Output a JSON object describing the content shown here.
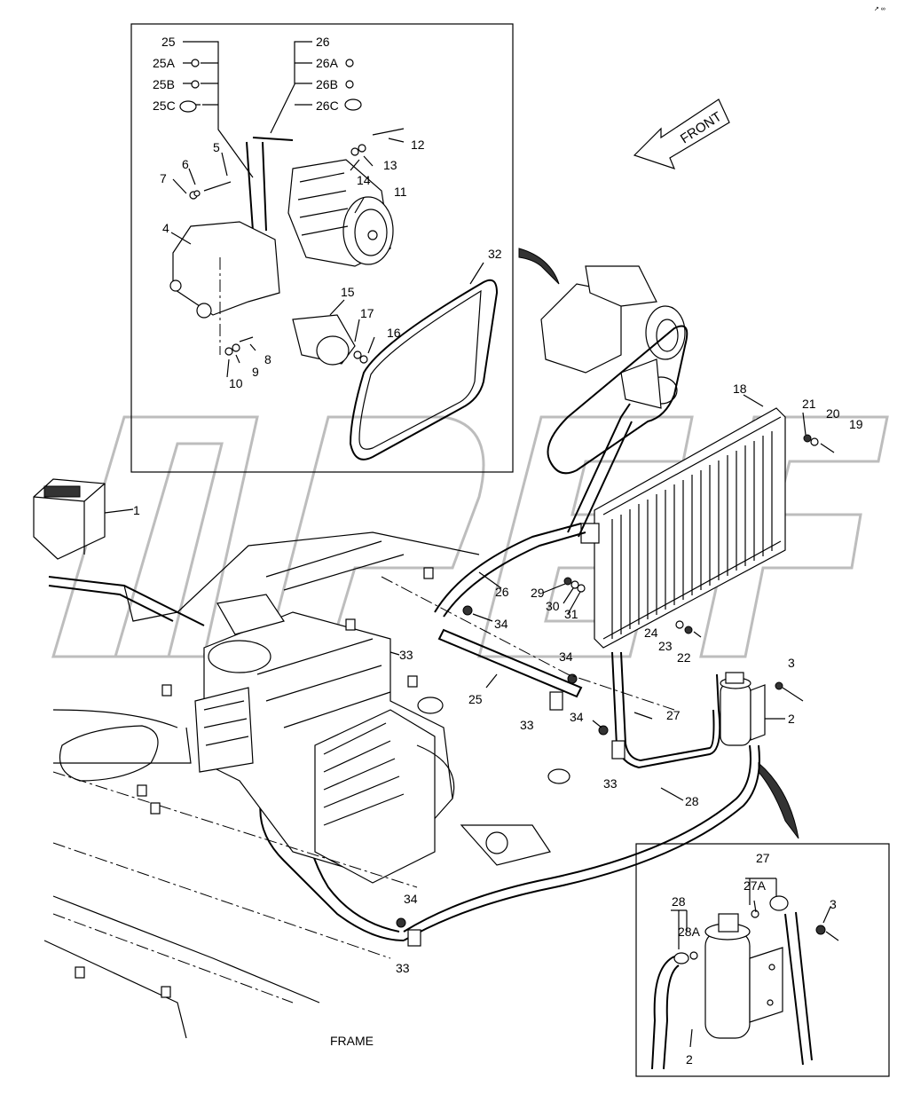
{
  "diagram": {
    "labels": {
      "l1": "1",
      "l2": "2",
      "l3": "3",
      "l4": "4",
      "l5": "5",
      "l6": "6",
      "l7": "7",
      "l8": "8",
      "l9": "9",
      "l10": "10",
      "l11": "11",
      "l12": "12",
      "l13": "13",
      "l14": "14",
      "l15": "15",
      "l16": "16",
      "l17": "17",
      "l18": "18",
      "l19": "19",
      "l20": "20",
      "l21": "21",
      "l22": "22",
      "l23": "23",
      "l24": "24",
      "l25": "25",
      "l25a": "25A",
      "l25b": "25B",
      "l25c": "25C",
      "l26": "26",
      "l26a": "26A",
      "l26b": "26B",
      "l26c": "26C",
      "l27": "27",
      "l27a": "27A",
      "l28": "28",
      "l28a": "28A",
      "l29": "29",
      "l30": "30",
      "l31": "31",
      "l32": "32",
      "l33": "33",
      "l34": "34"
    },
    "front_arrow": "FRONT",
    "frame_label": "FRAME"
  }
}
